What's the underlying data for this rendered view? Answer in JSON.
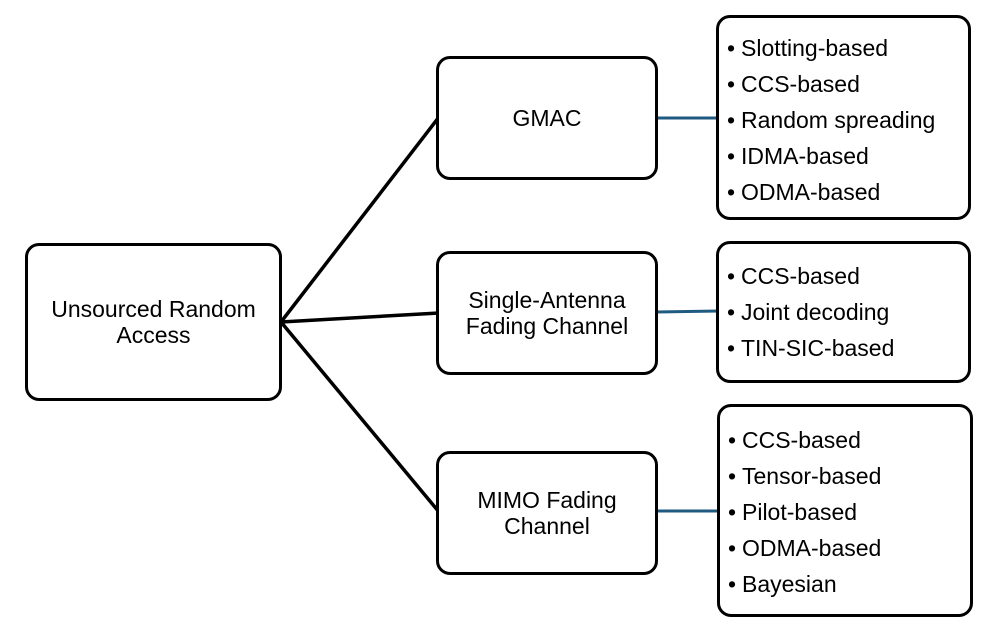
{
  "colors": {
    "stroke": "#000000",
    "connector": "#1f5a80",
    "background": "#ffffff"
  },
  "root": {
    "lines": [
      "Unsourced Random",
      "Access"
    ]
  },
  "branches": [
    {
      "lines": [
        "GMAC"
      ],
      "items": [
        "Slotting-based",
        "CCS-based",
        "Random spreading",
        "IDMA-based",
        "ODMA-based"
      ]
    },
    {
      "lines": [
        "Single-Antenna",
        "Fading Channel"
      ],
      "items": [
        "CCS-based",
        "Joint decoding",
        "TIN-SIC-based"
      ]
    },
    {
      "lines": [
        "MIMO Fading",
        "Channel"
      ],
      "items": [
        "CCS-based",
        "Tensor-based",
        "Pilot-based",
        "ODMA-based",
        "Bayesian"
      ]
    }
  ]
}
